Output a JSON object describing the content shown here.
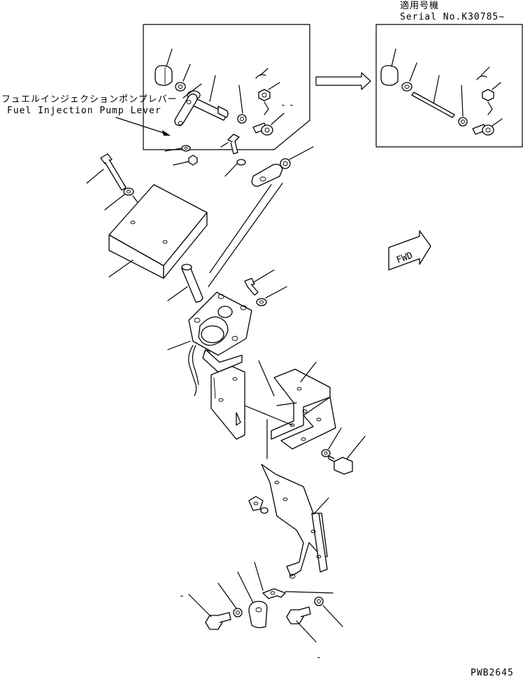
{
  "applicability": {
    "title": "適用号機",
    "serial": "Serial No.K30785~"
  },
  "callout": {
    "japanese": "フュエルインジェクションポンプレバー",
    "english": "Fuel Injection Pump Lever"
  },
  "fwd_marker": "FWD",
  "drawing_code": "PWB2645"
}
